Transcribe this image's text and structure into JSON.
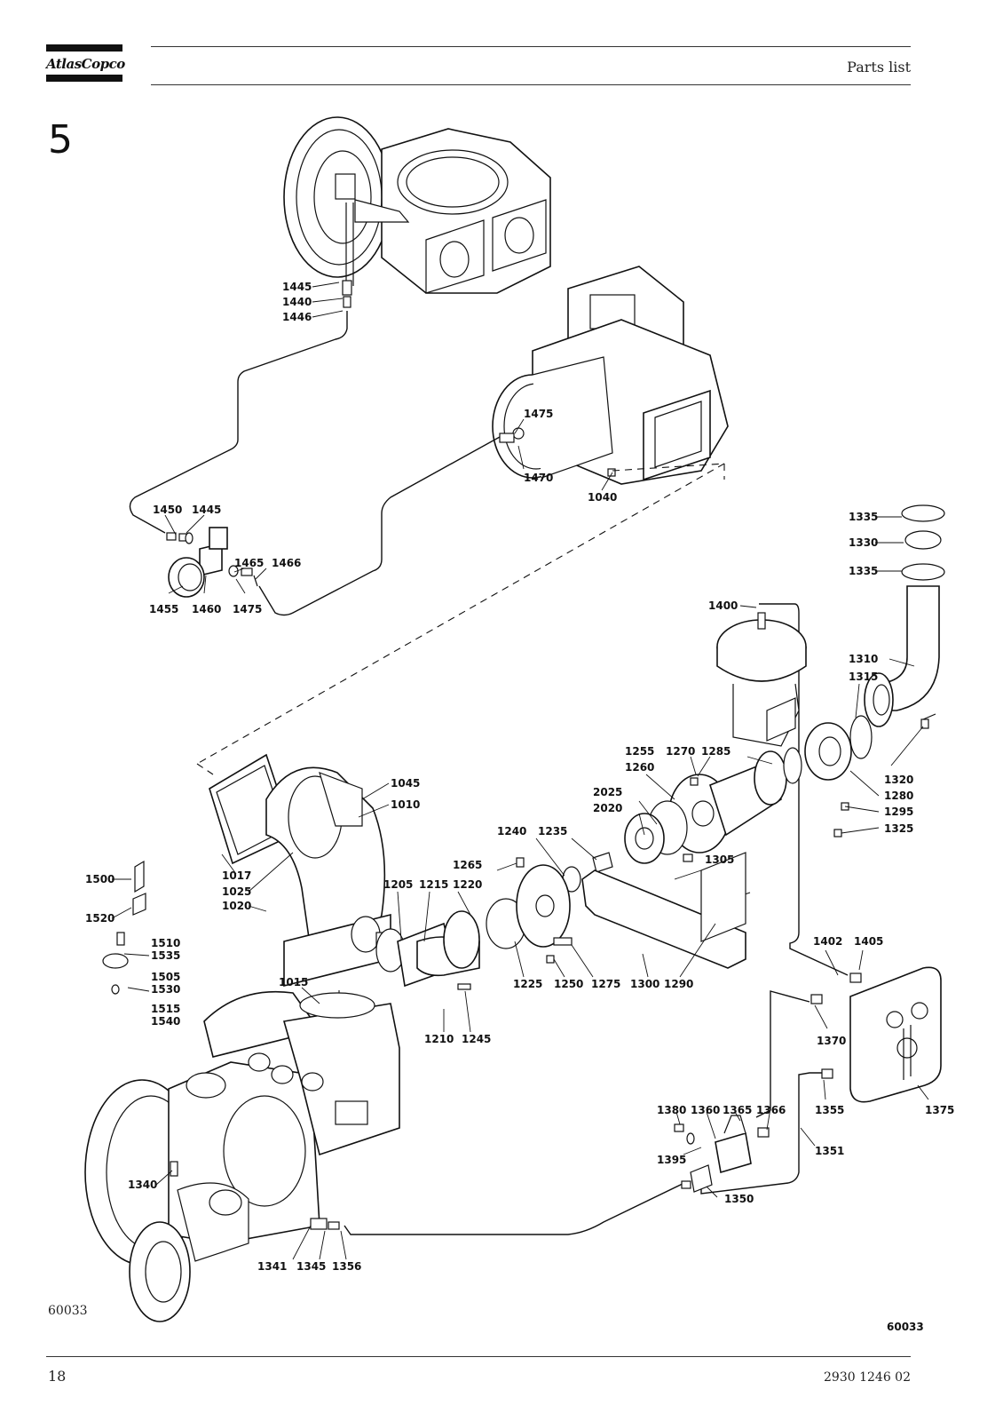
{
  "header": {
    "brand": "AtlasCopco",
    "title": "Parts list"
  },
  "section": {
    "number": "5"
  },
  "figure": {
    "code_left": "60033",
    "code_right": "60033",
    "callouts": {
      "c1445a": "1445",
      "c1440": "1440",
      "c1446": "1446",
      "c1475a": "1475",
      "c1470": "1470",
      "c1040": "1040",
      "c1450": "1450",
      "c1445b": "1445",
      "c1465": "1465",
      "c1466": "1466",
      "c1455": "1455",
      "c1460": "1460",
      "c1475b": "1475",
      "c1335a": "1335",
      "c1330": "1330",
      "c1335b": "1335",
      "c1400": "1400",
      "c1310": "1310",
      "c1315": "1315",
      "c1255": "1255",
      "c1270": "1270",
      "c1285": "1285",
      "c1260": "1260",
      "c1320": "1320",
      "c1280": "1280",
      "c1295": "1295",
      "c1325": "1325",
      "c2025": "2025",
      "c2020": "2020",
      "c1045": "1045",
      "c1010": "1010",
      "c1240": "1240",
      "c1235": "1235",
      "c1265": "1265",
      "c1305": "1305",
      "c1017": "1017",
      "c1025": "1025",
      "c1020": "1020",
      "c1205": "1205",
      "c1215": "1215",
      "c1220": "1220",
      "c1500": "1500",
      "c1520": "1520",
      "c1510": "1510",
      "c1535": "1535",
      "c1505": "1505",
      "c1530": "1530",
      "c1515": "1515",
      "c1540": "1540",
      "c1015": "1015",
      "c1225": "1225",
      "c1250": "1250",
      "c1275": "1275",
      "c1300": "1300",
      "c1290": "1290",
      "c1402": "1402",
      "c1405": "1405",
      "c1210": "1210",
      "c1245": "1245",
      "c1370": "1370",
      "c1355": "1355",
      "c1375": "1375",
      "c1380": "1380",
      "c1360": "1360",
      "c1365": "1365",
      "c1366": "1366",
      "c1395": "1395",
      "c1351": "1351",
      "c1350": "1350",
      "c1340": "1340",
      "c1341": "1341",
      "c1345": "1345",
      "c1356": "1356"
    }
  },
  "footer": {
    "page_number": "18",
    "doc_number": "2930 1246 02"
  }
}
